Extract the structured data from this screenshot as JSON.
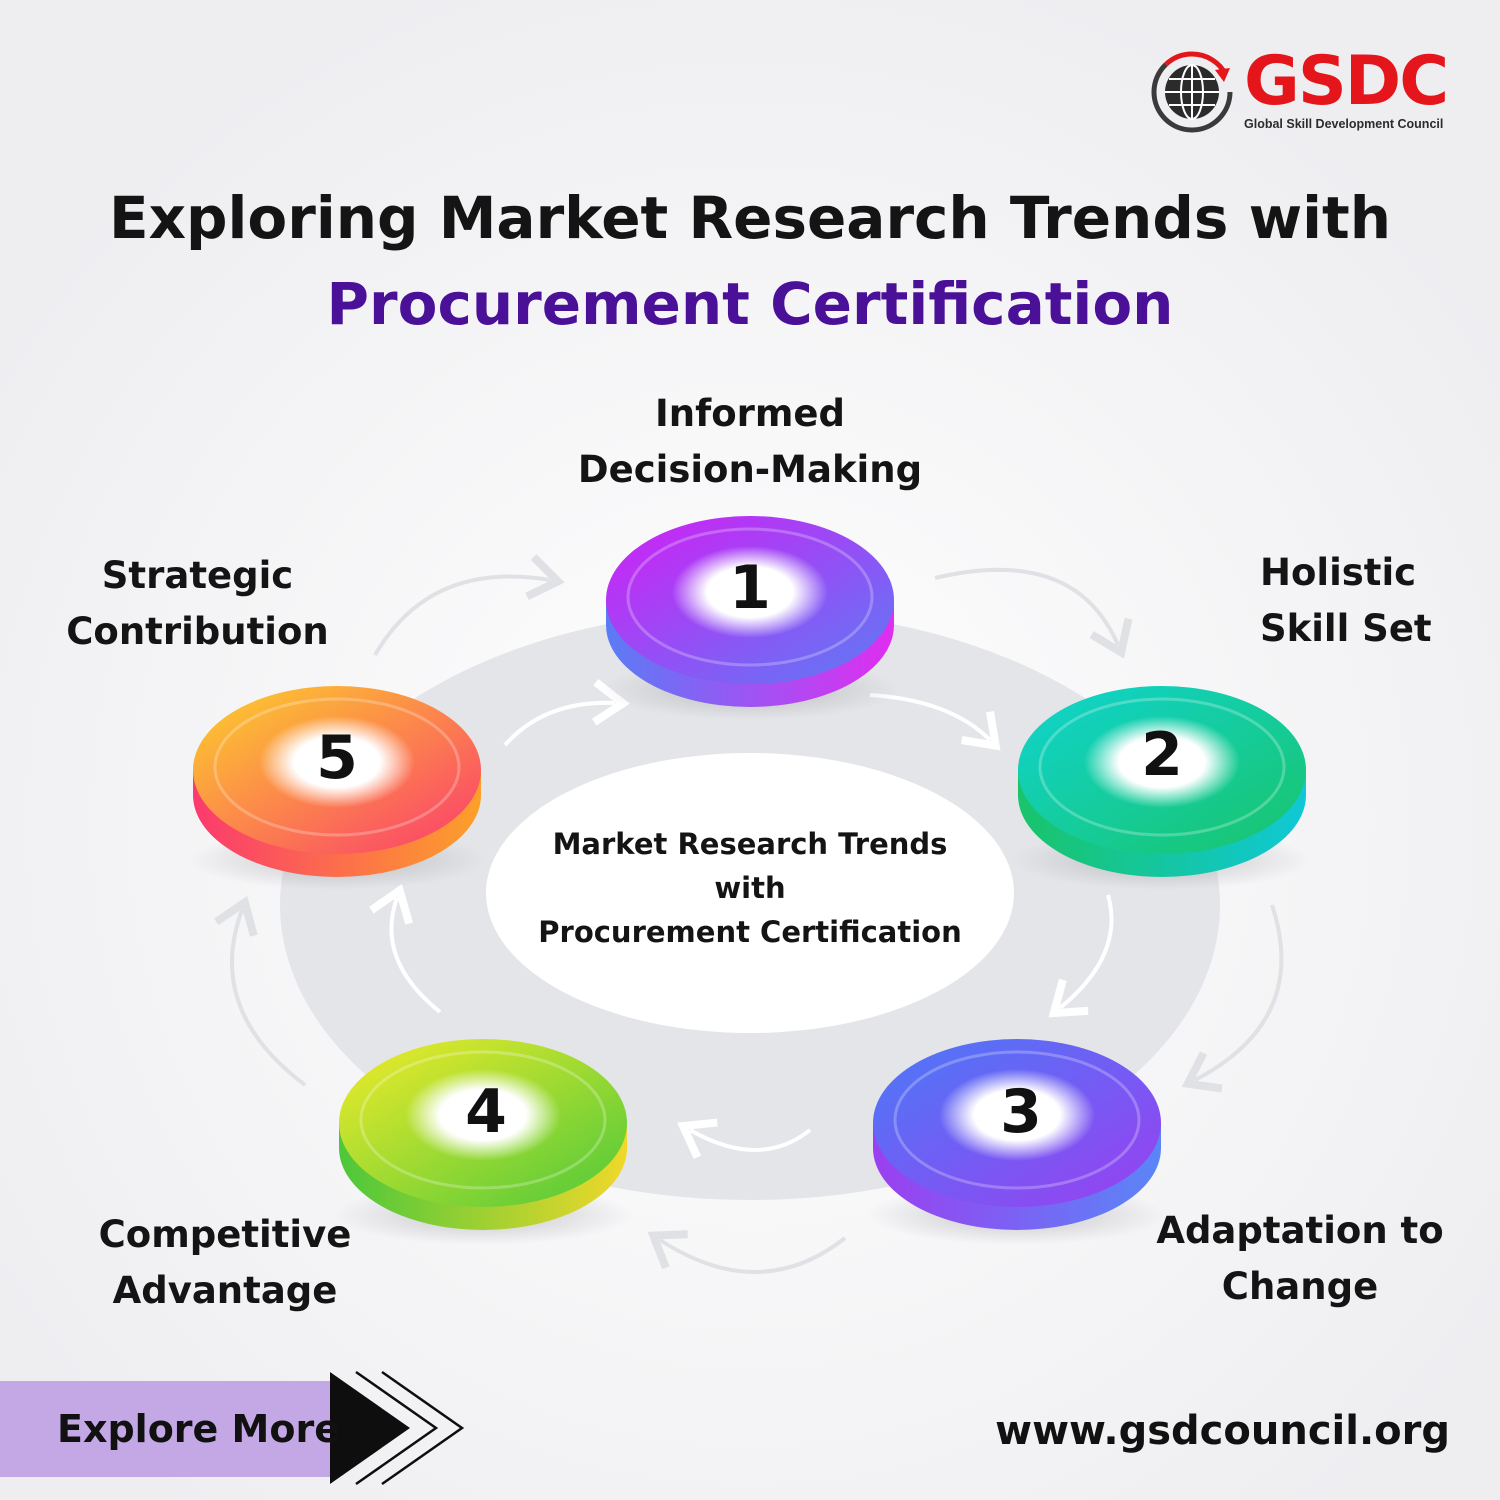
{
  "logo": {
    "wordmark": "GSDC",
    "tagline": "Global Skill Development Council"
  },
  "title": {
    "line1": "Exploring Market Research Trends with",
    "line2": "Procurement Certification"
  },
  "center": {
    "line1": "Market Research Trends",
    "line2": "with",
    "line3": "Procurement Certification"
  },
  "steps": [
    {
      "number": "1",
      "label_line1": "Informed",
      "label_line2": "Decision-Making",
      "color_start": "#d21ff5",
      "color_end": "#5a7cf5"
    },
    {
      "number": "2",
      "label_line1": "Holistic",
      "label_line2": "Skill Set",
      "color_start": "#10d4d0",
      "color_end": "#19c46a"
    },
    {
      "number": "3",
      "label_line1": "Adaptation to",
      "label_line2": "Change",
      "color_start": "#4a7af7",
      "color_end": "#9b3ff0"
    },
    {
      "number": "4",
      "label_line1": "Competitive",
      "label_line2": "Advantage",
      "color_start": "#f2ec2a",
      "color_end": "#4cc83a"
    },
    {
      "number": "5",
      "label_line1": "Strategic",
      "label_line2": "Contribution",
      "color_start": "#fcd22a",
      "color_end": "#fb3a6e"
    }
  ],
  "footer": {
    "explore_label": "Explore More",
    "website": "www.gsdcouncil.org"
  },
  "colors": {
    "brand_red": "#e4161b",
    "title_purple": "#4a1198",
    "explore_bg": "#c4a8e6"
  }
}
